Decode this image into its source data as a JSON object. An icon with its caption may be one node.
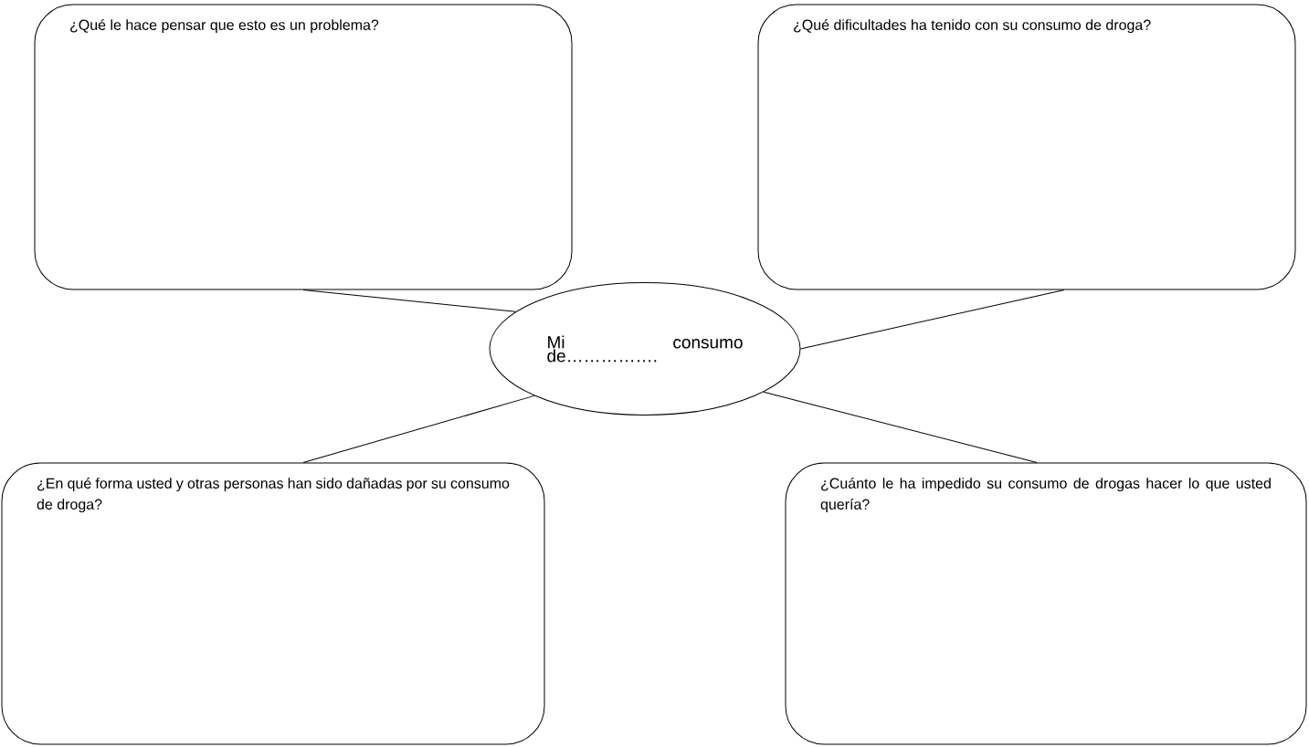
{
  "diagram": {
    "nodes": [
      {
        "text": [
          "¿Qué le hace pensar que esto es un problema?"
        ]
      },
      {
        "text": [
          "¿Qué dificultades ha tenido con su consumo de droga?"
        ]
      },
      {
        "text": [
          "Mi consumo de……………."
        ]
      },
      {
        "text": [
          "¿En qué forma usted y otras personas han sido dañadas por su consumo de droga?"
        ]
      },
      {
        "text": [
          "¿Cuánto le ha impedido su consumo de drogas hacer lo que usted quería?"
        ]
      }
    ],
    "edges": [
      {
        "from": 2,
        "to": 0,
        "arrow": "none"
      },
      {
        "from": 2,
        "to": 1,
        "arrow": "none"
      },
      {
        "from": 2,
        "to": 3,
        "arrow": "none"
      },
      {
        "from": 2,
        "to": 4,
        "arrow": "none"
      }
    ]
  }
}
